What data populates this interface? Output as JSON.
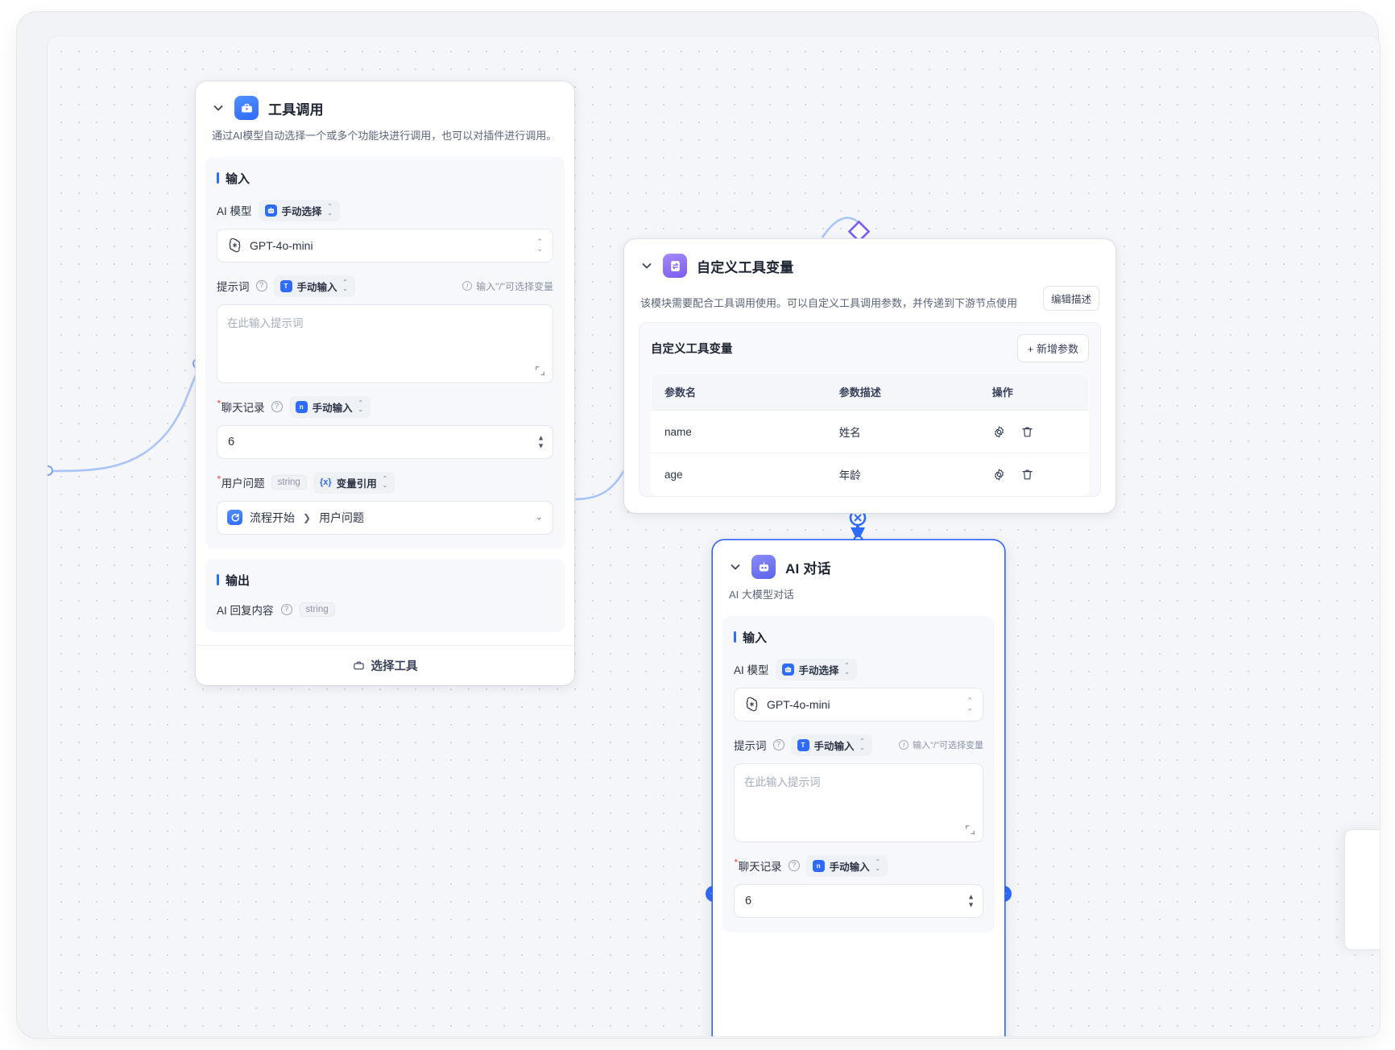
{
  "canvas": {
    "background_color": "#f5f6f9",
    "accent_color": "#2f6bff",
    "purple_color": "#7c5cf0"
  },
  "nodes": [
    {
      "id": "tool-call",
      "title": "工具调用",
      "description": "通过AI模型自动选择一个或多个功能块进行调用，也可以对插件进行调用。",
      "icon": "toolbox-icon",
      "input_section_title": "输入",
      "output_section_title": "输出",
      "fields": {
        "model_label": "AI 模型",
        "model_mode": "手动选择",
        "model_value": "GPT-4o-mini",
        "prompt_label": "提示词",
        "prompt_mode": "手动输入",
        "prompt_hint": "输入\"/\"可选择变量",
        "prompt_placeholder": "在此输入提示词",
        "history_label": "聊天记录",
        "history_mode": "手动输入",
        "history_value": "6",
        "question_label": "用户问题",
        "question_type": "string",
        "question_mode": "变量引用",
        "question_ref_node": "流程开始",
        "question_ref_field": "用户问题"
      },
      "output": {
        "label": "AI 回复内容",
        "type": "string"
      },
      "footer_button": "选择工具"
    },
    {
      "id": "custom-tool-vars",
      "title": "自定义工具变量",
      "description": "该模块需要配合工具调用使用。可以自定义工具调用参数，并传递到下游节点使用",
      "icon": "variable-swap-icon",
      "edit_desc_button": "编辑描述",
      "panel_title": "自定义工具变量",
      "add_param_button": "+ 新增参数",
      "table": {
        "columns": [
          "参数名",
          "参数描述",
          "操作"
        ],
        "rows": [
          {
            "name": "name",
            "desc": "姓名"
          },
          {
            "name": "age",
            "desc": "年龄"
          }
        ]
      }
    },
    {
      "id": "ai-chat",
      "title": "AI 对话",
      "description": "AI 大模型对话",
      "icon": "robot-icon",
      "selected": true,
      "input_section_title": "输入",
      "fields": {
        "model_label": "AI 模型",
        "model_mode": "手动选择",
        "model_value": "GPT-4o-mini",
        "prompt_label": "提示词",
        "prompt_mode": "手动输入",
        "prompt_hint": "输入\"/\"可选择变量",
        "prompt_placeholder": "在此输入提示词",
        "history_label": "聊天记录",
        "history_mode": "手动输入",
        "history_value": "6"
      }
    }
  ],
  "icons": {
    "chevron_down": "chevron-down-icon",
    "settings": "gear-icon",
    "delete": "trash-icon",
    "expand": "expand-icon",
    "toolbox": "toolbox-icon",
    "openai": "openai-icon",
    "plus_handle": "+"
  }
}
